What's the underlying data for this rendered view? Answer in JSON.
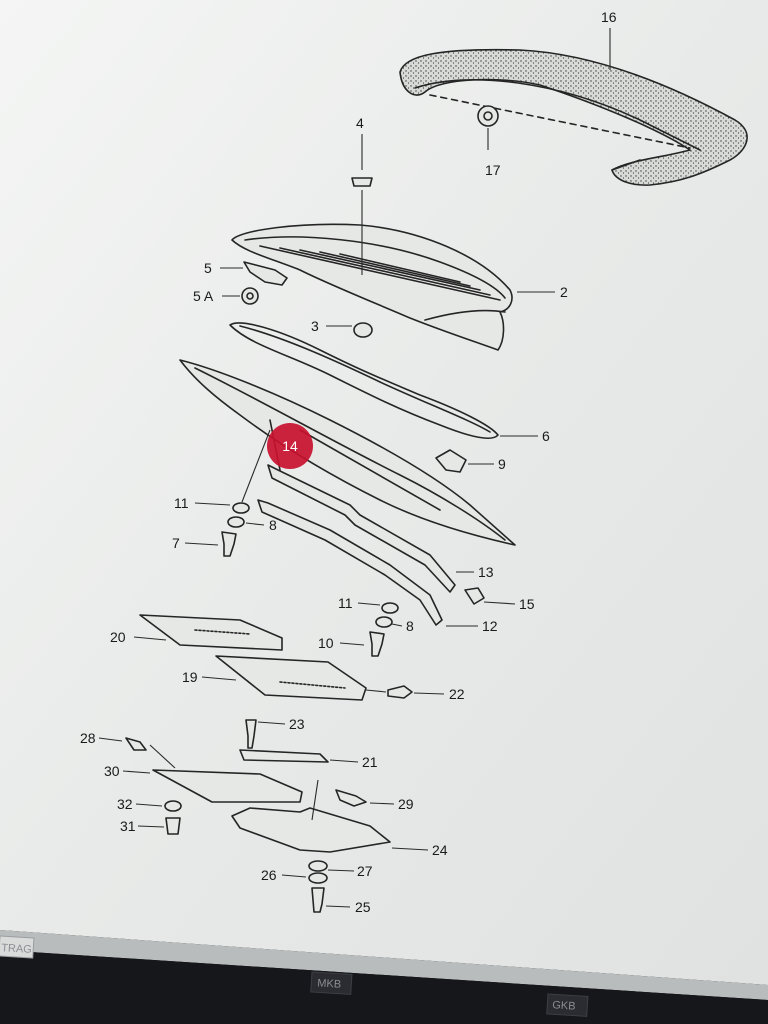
{
  "callouts": [
    {
      "id": "c16",
      "text": "16"
    },
    {
      "id": "c17",
      "text": "17"
    },
    {
      "id": "c4",
      "text": "4"
    },
    {
      "id": "c2",
      "text": "2"
    },
    {
      "id": "c5",
      "text": "5"
    },
    {
      "id": "c5a",
      "text": "5 A"
    },
    {
      "id": "c3",
      "text": "3"
    },
    {
      "id": "c6",
      "text": "6"
    },
    {
      "id": "c9",
      "text": "9"
    },
    {
      "id": "c11a",
      "text": "11"
    },
    {
      "id": "c8a",
      "text": "8"
    },
    {
      "id": "c7",
      "text": "7"
    },
    {
      "id": "c13",
      "text": "13"
    },
    {
      "id": "c11b",
      "text": "11"
    },
    {
      "id": "c15",
      "text": "15"
    },
    {
      "id": "c8b",
      "text": "8"
    },
    {
      "id": "c12",
      "text": "12"
    },
    {
      "id": "c10",
      "text": "10"
    },
    {
      "id": "c20",
      "text": "20"
    },
    {
      "id": "c19",
      "text": "19"
    },
    {
      "id": "c22",
      "text": "22"
    },
    {
      "id": "c23",
      "text": "23"
    },
    {
      "id": "c28",
      "text": "28"
    },
    {
      "id": "c21",
      "text": "21"
    },
    {
      "id": "c30",
      "text": "30"
    },
    {
      "id": "c29",
      "text": "29"
    },
    {
      "id": "c32",
      "text": "32"
    },
    {
      "id": "c31",
      "text": "31"
    },
    {
      "id": "c24",
      "text": "24"
    },
    {
      "id": "c27",
      "text": "27"
    },
    {
      "id": "c26",
      "text": "26"
    },
    {
      "id": "c25",
      "text": "25"
    }
  ],
  "highlight_marker": {
    "text": "14",
    "color": "#c8102e"
  },
  "taskbar": {
    "items": [
      {
        "text": "TRAG"
      },
      {
        "text": "MKB"
      },
      {
        "text": "GKB"
      }
    ]
  },
  "colors": {
    "paper": "#e9ebea",
    "ink": "#1f1f1f",
    "marker": "#c8102e",
    "bezel": "#0c0d10"
  }
}
